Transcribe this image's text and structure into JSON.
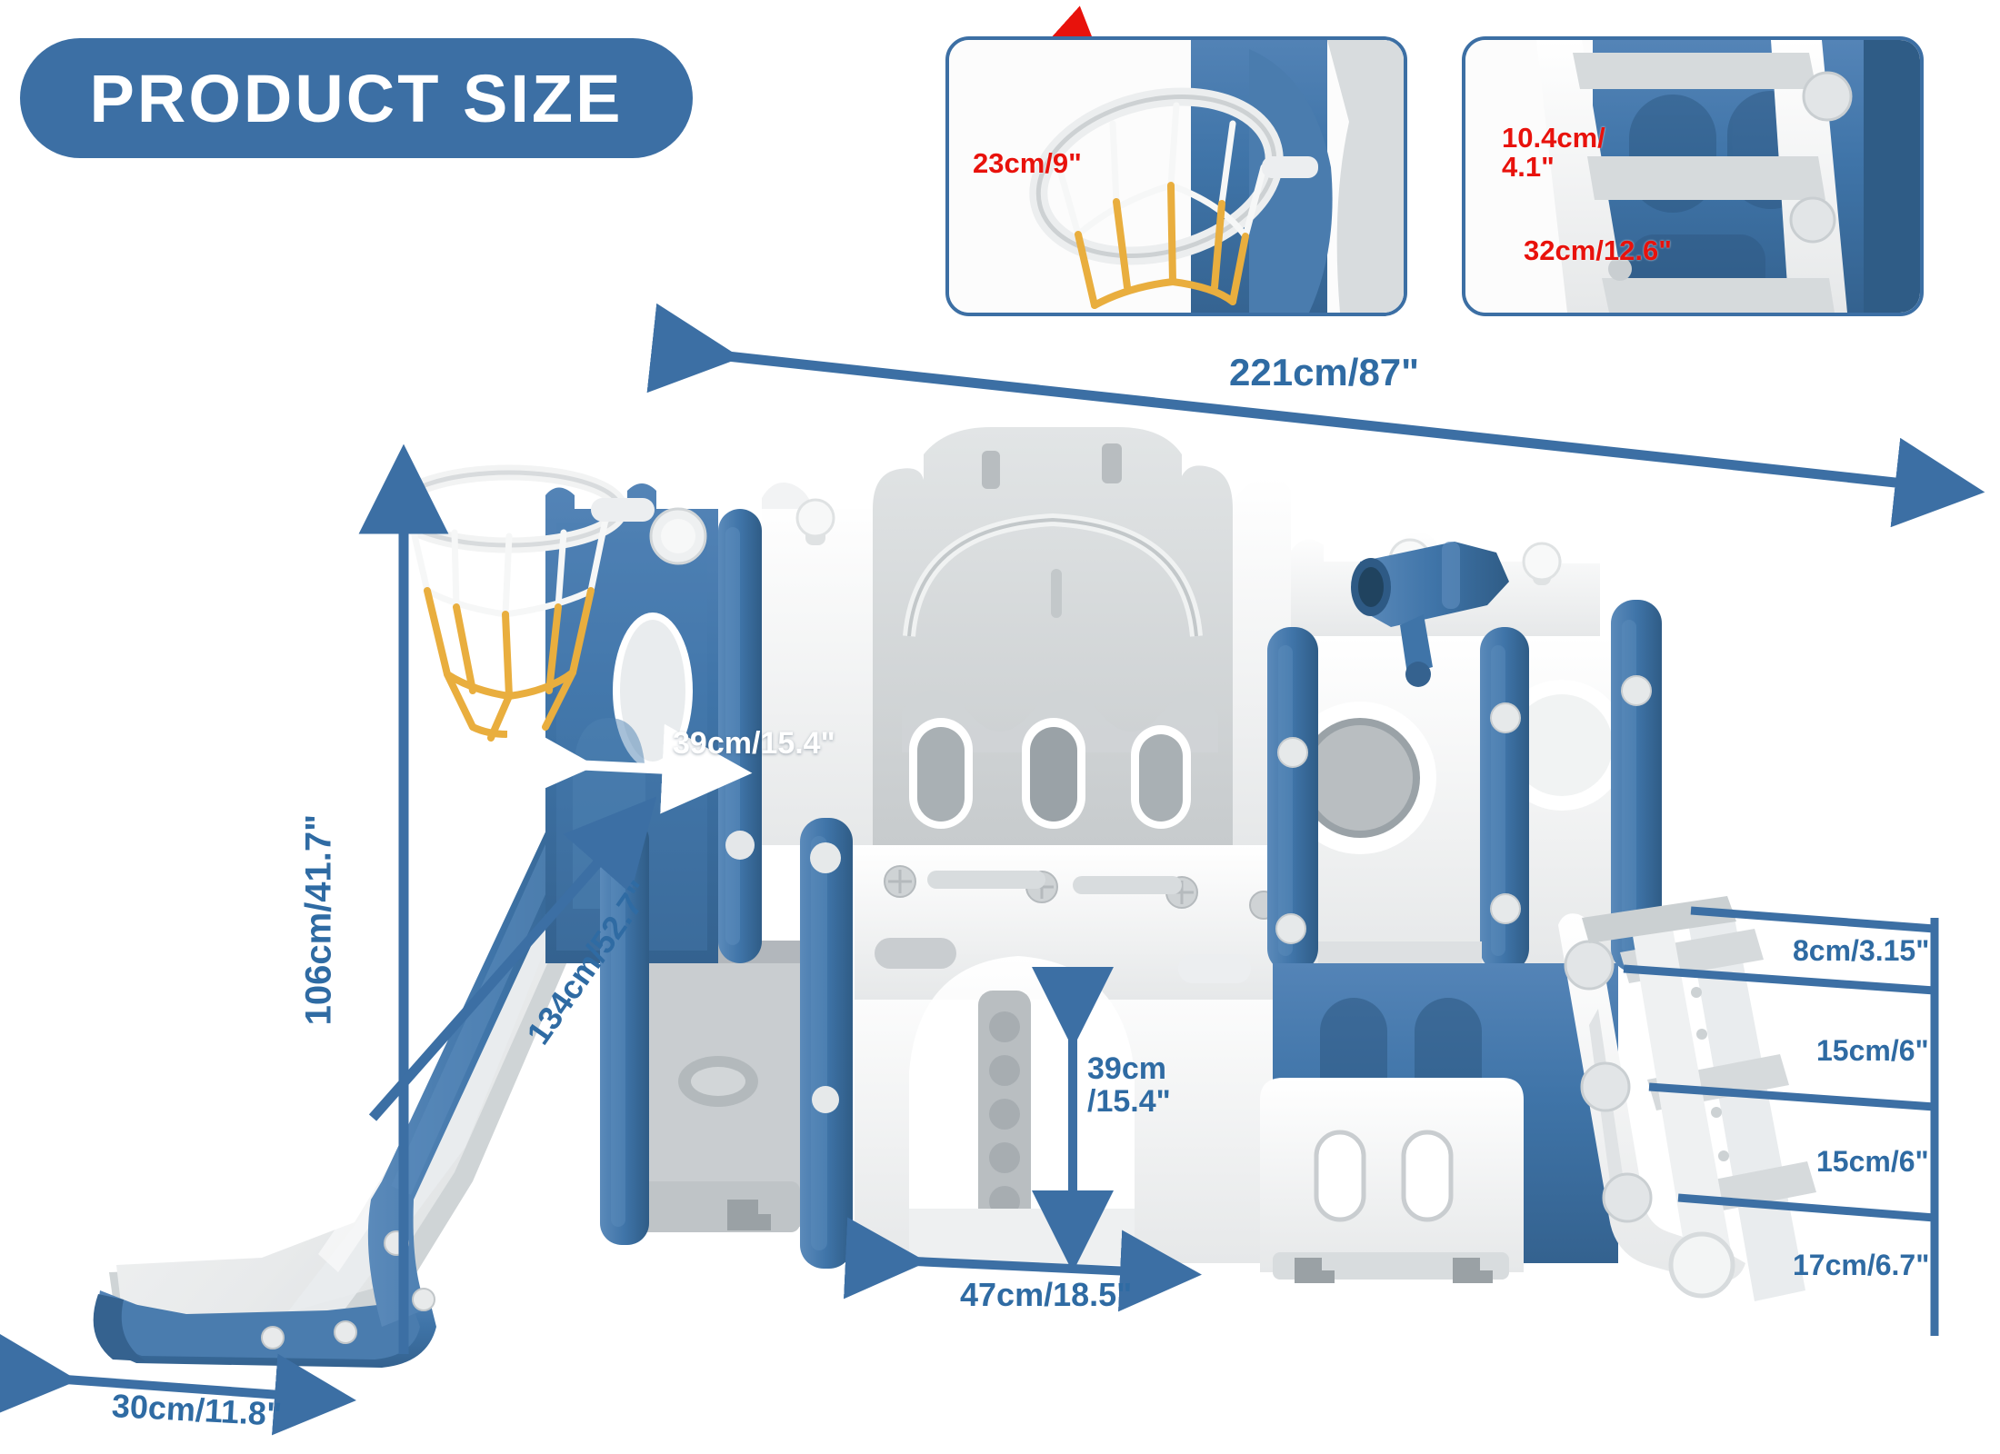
{
  "header": {
    "badge_label": "PRODUCT SIZE"
  },
  "colors": {
    "brand_blue": "#3c6fa4",
    "dim_blue": "#2f6ba3",
    "red": "#e8120c",
    "product_blue": "#3f74a8",
    "product_gray": "#d9dcdd",
    "product_white": "#f4f5f5"
  },
  "insets": [
    {
      "name": "basketball-hoop-detail",
      "label": "23cm/9\"",
      "description": "basketball hoop rim diameter",
      "arrow_color": "#e8120c"
    },
    {
      "name": "ladder-step-detail",
      "label_depth": "10.4cm/\n4.1\"",
      "label_width": "32cm/12.6\"",
      "description": "ladder step depth and width",
      "arrow_color": "#e8120c"
    }
  ],
  "dimensions": {
    "overall_width": "221cm/87\"",
    "overall_height": "106cm/41.7\"",
    "slide_length": "134cm/52.7\"",
    "platform_width": "39cm/15.4\"",
    "tunnel_height": "39cm\n/15.4\"",
    "tunnel_width": "47cm/18.5\"",
    "slide_base_width": "30cm/11.8\"",
    "step_gaps": [
      "8cm/3.15\"",
      "15cm/6\"",
      "15cm/6\"",
      "17cm/6.7\""
    ]
  },
  "product": {
    "name": "toddler climber slide playset",
    "features": [
      "basketball-hoop",
      "wave-slide",
      "castle-panel",
      "telescope",
      "climbing-ladder",
      "arch-tunnel"
    ]
  }
}
